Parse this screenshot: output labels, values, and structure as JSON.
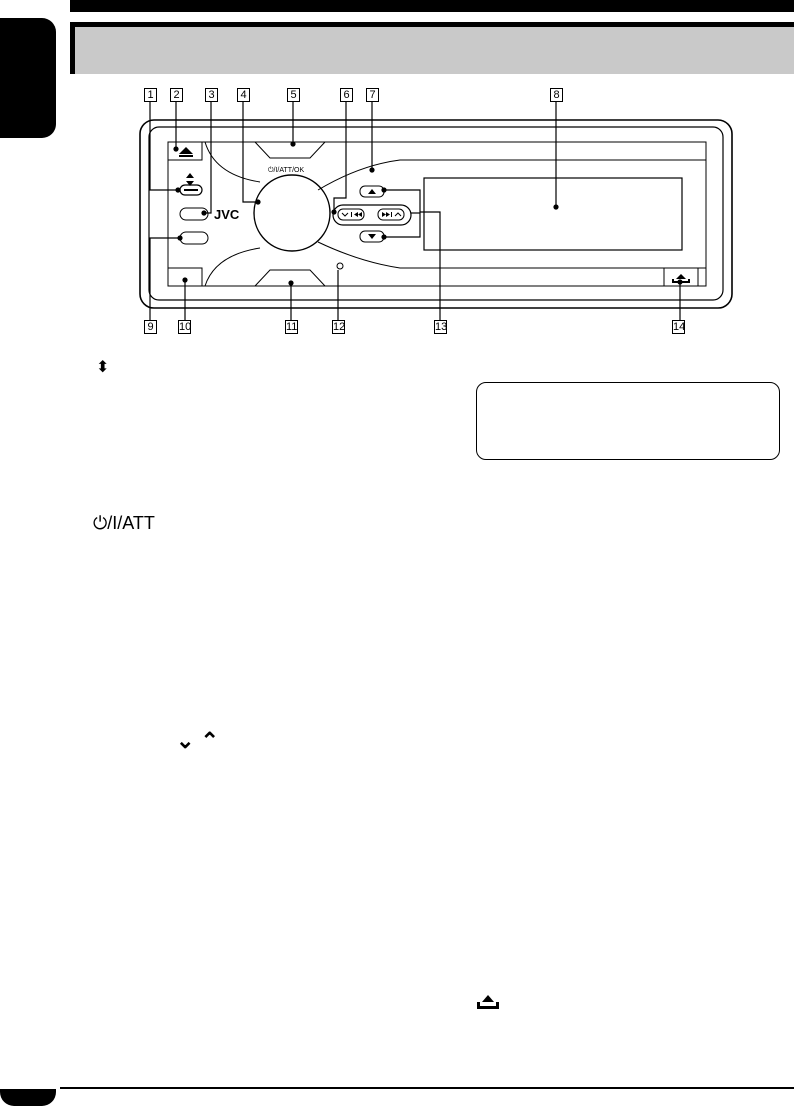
{
  "callouts": [
    "1",
    "2",
    "3",
    "4",
    "5",
    "6",
    "7",
    "8",
    "9",
    "10",
    "11",
    "12",
    "13",
    "14"
  ],
  "panel": {
    "brand": "JVC",
    "dial_label": "⏻/I/ATT/OK"
  },
  "body_text": {
    "eject_glyph": "⬍",
    "power_att_label": "⏻/I/ATT",
    "arrow_label": "⌄  ⌃"
  },
  "icons": {
    "eject": "eject-icon",
    "detach": "detach-icon",
    "power": "power-icon",
    "up": "up-arrow-icon",
    "down": "down-arrow-icon",
    "prev": "prev-track-icon",
    "next": "next-track-icon",
    "ir": "remote-sensor-icon"
  },
  "colors": {
    "header_bg": "#c9c9c9",
    "ink": "#000000"
  }
}
